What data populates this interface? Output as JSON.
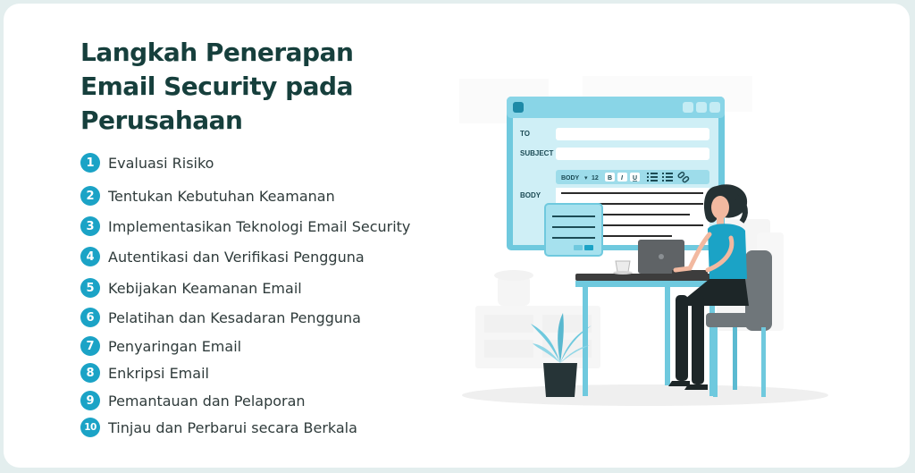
{
  "page": {
    "title_lines": [
      "Langkah Penerapan",
      "Email Security pada",
      "Perusahaan"
    ]
  },
  "steps": [
    {
      "number": "1",
      "label": "Evaluasi Risiko"
    },
    {
      "number": "2",
      "label": "Tentukan Kebutuhan Keamanan"
    },
    {
      "number": "3",
      "label": "Implementasikan Teknologi Email Security"
    },
    {
      "number": "4",
      "label": "Autentikasi dan Verifikasi Pengguna"
    },
    {
      "number": "5",
      "label": "Kebijakan Keamanan Email"
    },
    {
      "number": "6",
      "label": "Pelatihan dan Kesadaran Pengguna"
    },
    {
      "number": "7",
      "label": "Penyaringan Email"
    },
    {
      "number": "8",
      "label": "Enkripsi Email"
    },
    {
      "number": "9",
      "label": "Pemantauan dan Pelaporan"
    },
    {
      "number": "10",
      "label": "Tinjau dan Perbarui secara Berkala"
    }
  ],
  "email_form": {
    "to_label": "TO",
    "subject_label": "SUBJECT",
    "body_label": "BODY",
    "toolbar_style": "BODY",
    "toolbar_size": "12",
    "toolbar_bold": "B",
    "toolbar_italic": "I",
    "toolbar_underline": "U"
  },
  "colors": {
    "title": "#163f3c",
    "badge": "#1ba3c6",
    "text": "#2f3b3b",
    "accent": "#6fc9de",
    "outer_border": "#e3eeee"
  },
  "icons": [
    "list-icon",
    "link-icon",
    "laptop-icon",
    "cup-icon",
    "plant-icon"
  ]
}
